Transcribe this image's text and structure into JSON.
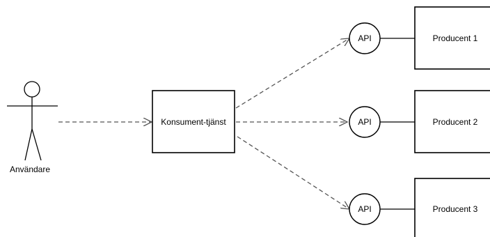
{
  "actor": {
    "label": "Användare"
  },
  "consumer": {
    "label": "Konsument-tjänst"
  },
  "apis": [
    {
      "label": "API"
    },
    {
      "label": "API"
    },
    {
      "label": "API"
    }
  ],
  "producers": [
    {
      "label": "Producent 1"
    },
    {
      "label": "Producent 2"
    },
    {
      "label": "Producent 3"
    }
  ],
  "colors": {
    "stroke": "#000000",
    "dashed_edge": "#555555"
  }
}
